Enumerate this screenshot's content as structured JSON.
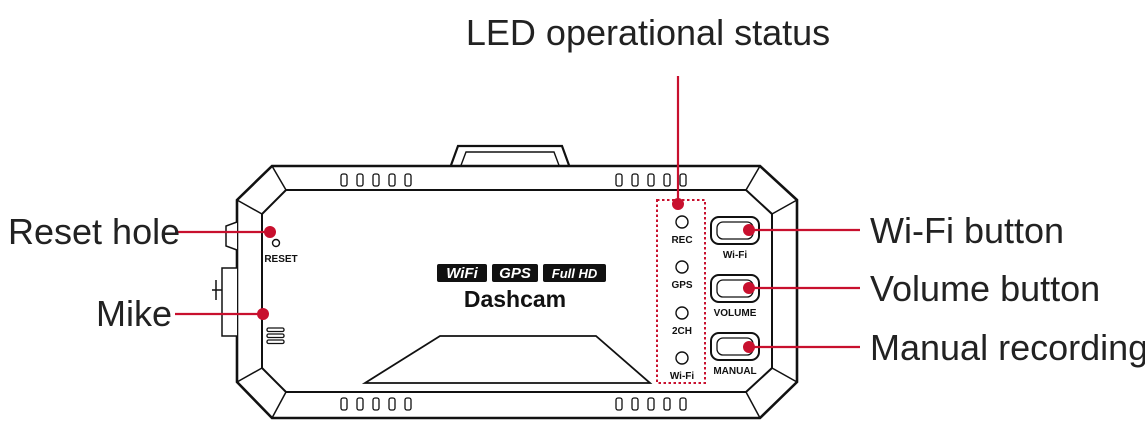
{
  "callouts": {
    "led_status": "LED operational status",
    "reset_hole": "Reset hole",
    "mike": "Mike",
    "wifi_button": "Wi-Fi button",
    "volume_button": "Volume button",
    "manual_recording": "Manual recording"
  },
  "device": {
    "reset_label": "RESET",
    "badges": [
      "WiFi",
      "GPS",
      "Full HD"
    ],
    "brand": "Dashcam",
    "leds": [
      "REC",
      "GPS",
      "2CH",
      "Wi-Fi"
    ],
    "buttons": [
      "Wi-Fi",
      "VOLUME",
      "MANUAL"
    ]
  },
  "colors": {
    "callout_line": "#c8102e",
    "outline": "#111111"
  }
}
